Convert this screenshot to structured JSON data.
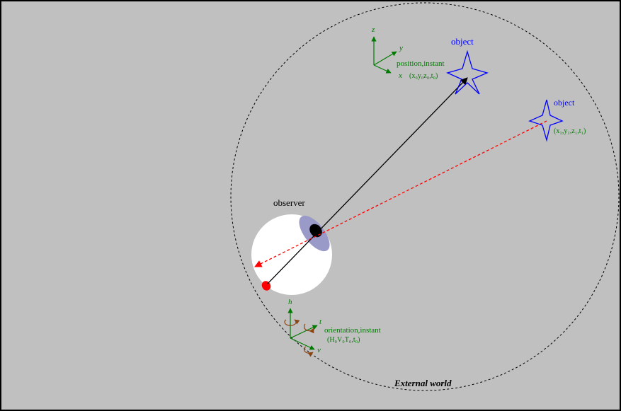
{
  "diagram": {
    "labels": {
      "external_world": "External world",
      "observer": "observer",
      "object_a": "object",
      "object_b": "object",
      "position_instant": "position,instant",
      "position_coords": "(x₀y₀z₀,t₀)",
      "object_b_coords": "(x₁,y₁,z₁,t₁)",
      "orientation_instant": "orientation,instant",
      "orientation_coords": "(H₀V₀T₀,t₀)",
      "axis_z": "z",
      "axis_y": "y",
      "axis_x": "x",
      "axis_h": "h",
      "axis_t": "t",
      "axis_v": "v"
    },
    "colors": {
      "background": "#c0c0c0",
      "border": "#000000",
      "object": "#0000ff",
      "axes": "#007a00",
      "rotation": "#8b4513",
      "sight_line": "#000000",
      "dashed_ray": "#ff0000",
      "eye": "#ffffff",
      "cornea": "#9a9ac8",
      "pupil": "#000000",
      "retina_spot": "#ff0000"
    }
  }
}
